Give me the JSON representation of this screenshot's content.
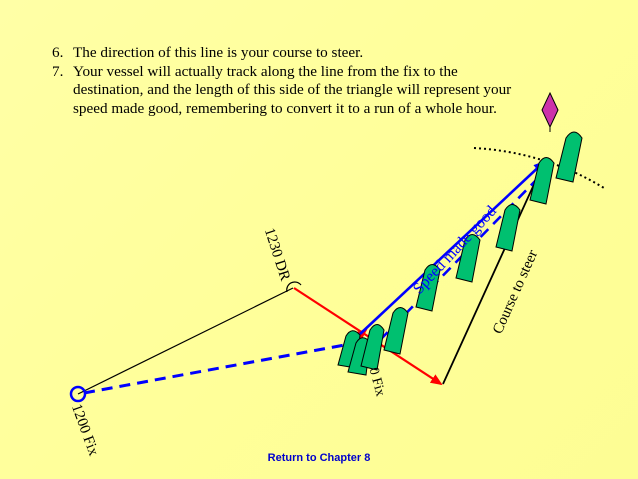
{
  "steps": [
    {
      "number": "6.",
      "text": "The direction of this line is your course to steer."
    },
    {
      "number": "7.",
      "text": "Your vessel will actually track along the line from the fix to the destination, and the length of this side of the triangle will represent your speed made good, remembering to convert it to a run of a whole hour."
    }
  ],
  "labels": {
    "fix_1200": "1200 Fix",
    "dr_1230": "1230 DR",
    "fix_1230": "0 Fix",
    "speed_made_good": "Speed made good",
    "course_to_steer": "Course to steer"
  },
  "footer": {
    "return_link": "Return to Chapter 8"
  },
  "colors": {
    "background": "#ffff9c",
    "current_vector": "#ff0000",
    "track_vector": "#0000ff",
    "course_line": "#000000",
    "speed_label": "#0000ff",
    "vessel_fill": "#00c070",
    "destination_fill": "#cc33aa",
    "link": "#0000cc"
  }
}
